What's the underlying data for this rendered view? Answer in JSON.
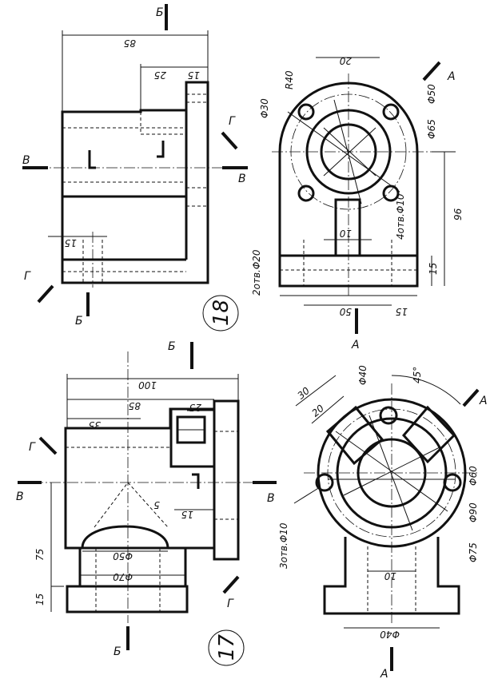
{
  "drawing_18": {
    "number": "18",
    "section_labels": {
      "b_top": "Б",
      "b_bottom": "Б",
      "v_left": "В",
      "v_right": "В",
      "g_top": "Г",
      "g_bottom": "Г",
      "a_top": "А",
      "a_bottom": "А"
    },
    "dims_side": {
      "overall": "85",
      "d25": "25",
      "d15": "15",
      "d15_bottom": "15"
    },
    "dims_front": {
      "r40": "R40",
      "d20": "20",
      "phi30": "Φ30",
      "phi50": "Φ50",
      "phi65": "Φ65",
      "holes_10": "4отв.Φ10",
      "d10": "10",
      "d96": "96",
      "holes_20": "2отв.Φ20",
      "d15_right": "15",
      "d50": "50",
      "d15_bottom": "15"
    }
  },
  "drawing_17": {
    "number": "17",
    "section_labels": {
      "b_top": "Б",
      "b_bottom": "Б",
      "v_left": "В",
      "v_right": "В",
      "g_top": "Г",
      "g_bottom": "Г",
      "a_top": "А",
      "a_bottom": "А"
    },
    "dims_side": {
      "overall": "100",
      "d85": "85",
      "d35": "35",
      "d25": "25",
      "d75": "75",
      "d15": "15",
      "d15_mid": "15",
      "d5": "5",
      "phi50": "Φ50",
      "phi70": "Φ70"
    },
    "dims_front": {
      "phi40": "Φ40",
      "angle45": "45°",
      "d30": "30",
      "d20": "20",
      "phi60": "Φ60",
      "phi90": "Φ90",
      "phi75": "Φ75",
      "holes_10": "3отв.Φ10",
      "d10": "10",
      "phi40_bottom": "Φ40"
    }
  }
}
